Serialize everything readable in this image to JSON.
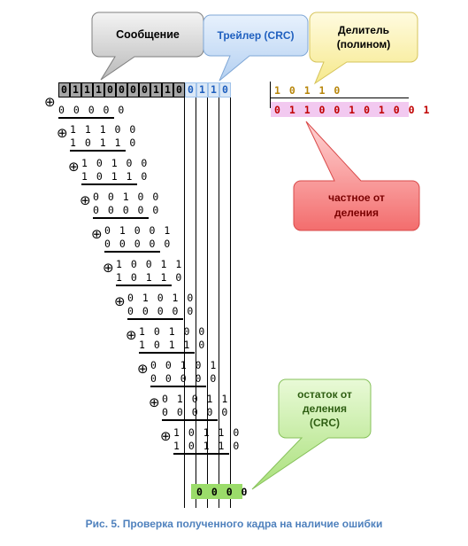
{
  "callouts": {
    "message": "Сообщение",
    "trailer": "Трейлер (CRC)",
    "divisor_line1": "Делитель",
    "divisor_line2": "(полином)",
    "quotient_line1": "частное от",
    "quotient_line2": "деления",
    "remainder_line1": "остаток от",
    "remainder_line2": "деления",
    "remainder_line3": "(CRC)"
  },
  "frame": {
    "message_bits": [
      "0",
      "1",
      "1",
      "1",
      "0",
      "0",
      "0",
      "0",
      "1",
      "1",
      "0"
    ],
    "trailer_bits": [
      "0",
      "1",
      "1",
      "0"
    ]
  },
  "divisor": "1 0 1 1 0",
  "quotient": "0 1 1 0 0 1 0 1 0 0 1",
  "steps": [
    "0 0 0 0 0",
    "1 1 1 0 0",
    "1 0 1 1 0",
    "1 0 1 0 0",
    "1 0 1 1 0",
    "0 0 1 0 0",
    "0 0 0 0 0",
    "0 1 0 0 1",
    "0 0 0 0 0",
    "1 0 0 1 1",
    "1 0 1 1 0",
    "0 1 0 1 0",
    "0 0 0 0 0",
    "1 0 1 0 0",
    "1 0 1 1 0",
    "0 0 1 0 1",
    "0 0 0 0 0",
    "0 1 0 1 1",
    "0 0 0 0 0",
    "1 0 1 1 0",
    "1 0 1 1 0"
  ],
  "remainder": "0 0 0 0",
  "xor_symbol": "⊕",
  "caption": "Рис.  5. Проверка полученного кадра на наличие ошибки",
  "colors": {
    "message_fill": "#a6a6a6",
    "trailer_fill": "#dbe8f6",
    "trailer_text": "#1f5fbf",
    "divisor_text": "#b8860b",
    "quotient_fill": "#f2c9f0",
    "quotient_text": "#c00000",
    "remainder_fill": "#9bdc6a",
    "caption": "#4f81bd"
  }
}
